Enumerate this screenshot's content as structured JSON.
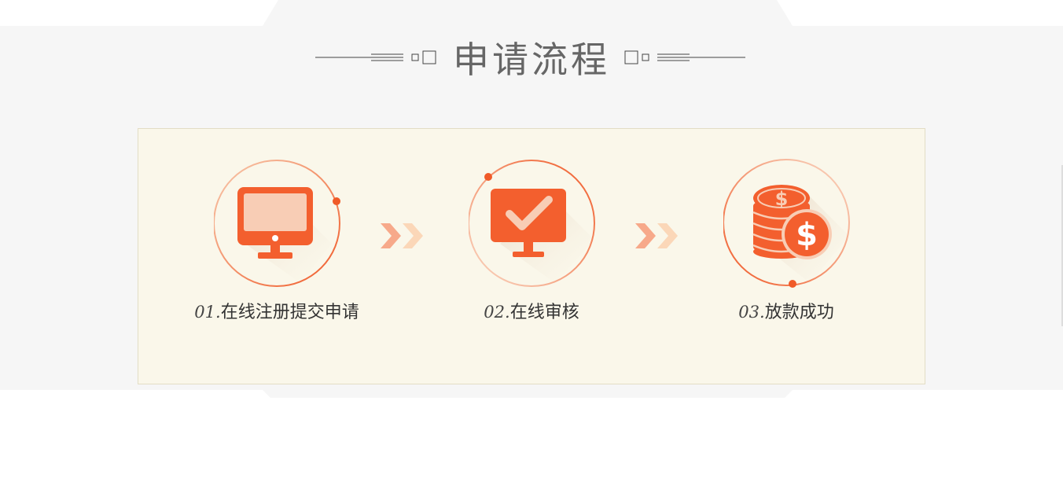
{
  "section": {
    "title": "申请流程"
  },
  "steps": [
    {
      "number": "01.",
      "label": "在线注册提交申请",
      "icon": "monitor-icon"
    },
    {
      "number": "02.",
      "label": "在线审核",
      "icon": "checkmark-monitor-icon"
    },
    {
      "number": "03.",
      "label": "放款成功",
      "icon": "coins-dollar-icon"
    }
  ],
  "colors": {
    "accent": "#f35f2e",
    "ring": "#f07a4d",
    "panel_bg": "#faf7ea",
    "band_bg": "#f6f6f6",
    "title_text": "#666666"
  }
}
